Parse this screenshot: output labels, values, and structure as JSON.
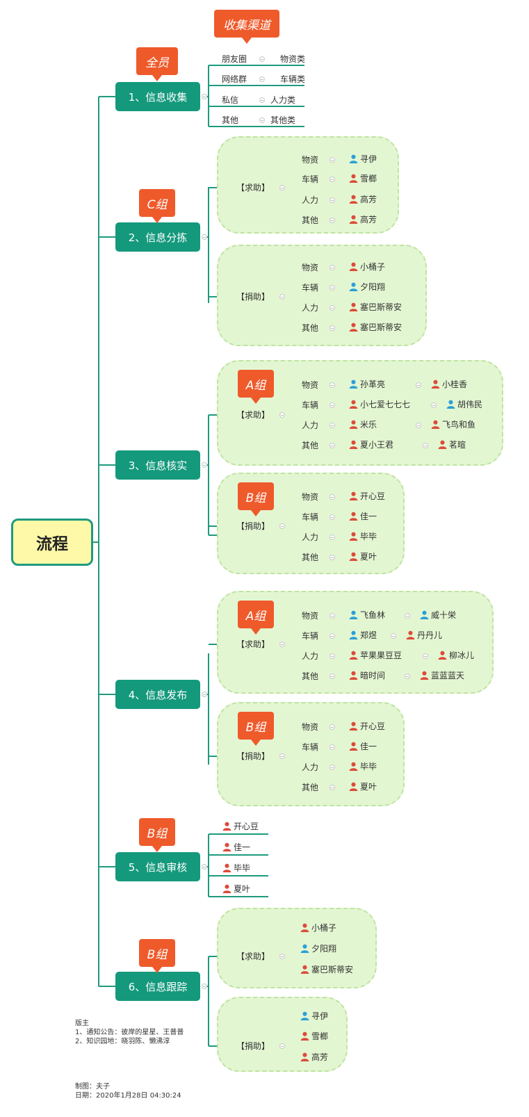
{
  "root": {
    "label": "流程"
  },
  "colors": {
    "topic": "#14997c",
    "line": "#1e9a7e",
    "tag": "#ef5a2b",
    "cloud": "#e3f6d2",
    "person_blue": "#2a9fd8",
    "person_red": "#dd4b39"
  },
  "icons": {
    "collapse": "collapse-toggle-icon",
    "person": "person-icon"
  },
  "topics": [
    {
      "label": "1、信息收集",
      "tag": "全员"
    },
    {
      "label": "2、信息分拣",
      "tag": "C组"
    },
    {
      "label": "3、信息核实"
    },
    {
      "label": "4、信息发布"
    },
    {
      "label": "5、信息审核",
      "tag": "B组"
    },
    {
      "label": "6、信息跟踪",
      "tag": "B组"
    }
  ],
  "collection": {
    "tag": "收集渠道",
    "rows": [
      {
        "channel": "朋友圈",
        "category": "物资类"
      },
      {
        "channel": "网络群",
        "category": "车辆类"
      },
      {
        "channel": "私信",
        "category": "人力类"
      },
      {
        "channel": "其他",
        "category": "其他类"
      }
    ]
  },
  "sorting": {
    "groups": [
      {
        "label": "【求助】",
        "rows": [
          {
            "category": "物资",
            "people": [
              {
                "name": "寻伊",
                "color": "blue"
              }
            ]
          },
          {
            "category": "车辆",
            "people": [
              {
                "name": "雪榔",
                "color": "red"
              }
            ]
          },
          {
            "category": "人力",
            "people": [
              {
                "name": "高芳",
                "color": "red"
              }
            ]
          },
          {
            "category": "其他",
            "people": [
              {
                "name": "高芳",
                "color": "red"
              }
            ]
          }
        ]
      },
      {
        "label": "【捐助】",
        "rows": [
          {
            "category": "物资",
            "people": [
              {
                "name": "小桶子",
                "color": "red"
              }
            ]
          },
          {
            "category": "车辆",
            "people": [
              {
                "name": "夕阳翔",
                "color": "blue"
              }
            ]
          },
          {
            "category": "人力",
            "people": [
              {
                "name": "塞巴斯蒂安",
                "color": "red"
              }
            ]
          },
          {
            "category": "其他",
            "people": [
              {
                "name": "塞巴斯蒂安",
                "color": "red"
              }
            ]
          }
        ]
      }
    ]
  },
  "verify": {
    "groups": [
      {
        "label": "【求助】",
        "tag": "A组",
        "rows": [
          {
            "category": "物资",
            "people": [
              {
                "name": "孙革亮",
                "color": "blue"
              },
              {
                "name": "小桂香",
                "color": "red"
              }
            ]
          },
          {
            "category": "车辆",
            "people": [
              {
                "name": "小七爱七七七",
                "color": "red"
              },
              {
                "name": "胡伟民",
                "color": "blue"
              }
            ]
          },
          {
            "category": "人力",
            "people": [
              {
                "name": "米乐",
                "color": "red"
              },
              {
                "name": "飞鸟和鱼",
                "color": "red"
              }
            ]
          },
          {
            "category": "其他",
            "people": [
              {
                "name": "夏小王君",
                "color": "red"
              },
              {
                "name": "茗暄",
                "color": "red"
              }
            ]
          }
        ]
      },
      {
        "label": "【捐助】",
        "tag": "B组",
        "rows": [
          {
            "category": "物资",
            "people": [
              {
                "name": "开心豆",
                "color": "red"
              }
            ]
          },
          {
            "category": "车辆",
            "people": [
              {
                "name": "佳一",
                "color": "red"
              }
            ]
          },
          {
            "category": "人力",
            "people": [
              {
                "name": "毕毕",
                "color": "red"
              }
            ]
          },
          {
            "category": "其他",
            "people": [
              {
                "name": "夏叶",
                "color": "red"
              }
            ]
          }
        ]
      }
    ]
  },
  "publish": {
    "groups": [
      {
        "label": "【求助】",
        "tag": "A组",
        "rows": [
          {
            "category": "物资",
            "people": [
              {
                "name": "飞鱼林",
                "color": "blue"
              },
              {
                "name": "威十栄",
                "color": "blue"
              }
            ]
          },
          {
            "category": "车辆",
            "people": [
              {
                "name": "郑煜",
                "color": "blue"
              },
              {
                "name": "丹丹儿",
                "color": "red"
              }
            ]
          },
          {
            "category": "人力",
            "people": [
              {
                "name": "苹果果豆豆",
                "color": "red"
              },
              {
                "name": "柳冰儿",
                "color": "red"
              }
            ]
          },
          {
            "category": "其他",
            "people": [
              {
                "name": "暗时间",
                "color": "red"
              },
              {
                "name": "蓝蓝蓝天",
                "color": "red"
              }
            ]
          }
        ]
      },
      {
        "label": "【捐助】",
        "tag": "B组",
        "rows": [
          {
            "category": "物资",
            "people": [
              {
                "name": "开心豆",
                "color": "red"
              }
            ]
          },
          {
            "category": "车辆",
            "people": [
              {
                "name": "佳一",
                "color": "red"
              }
            ]
          },
          {
            "category": "人力",
            "people": [
              {
                "name": "毕毕",
                "color": "red"
              }
            ]
          },
          {
            "category": "其他",
            "people": [
              {
                "name": "夏叶",
                "color": "red"
              }
            ]
          }
        ]
      }
    ]
  },
  "review": {
    "people": [
      {
        "name": "开心豆",
        "color": "red"
      },
      {
        "name": "佳一",
        "color": "red"
      },
      {
        "name": "毕毕",
        "color": "red"
      },
      {
        "name": "夏叶",
        "color": "red"
      }
    ]
  },
  "tracking": {
    "groups": [
      {
        "label": "【求助】",
        "people": [
          {
            "name": "小桶子",
            "color": "red"
          },
          {
            "name": "夕阳翔",
            "color": "blue"
          },
          {
            "name": "塞巴斯蒂安",
            "color": "red"
          }
        ]
      },
      {
        "label": "【捐助】",
        "people": [
          {
            "name": "寻伊",
            "color": "blue"
          },
          {
            "name": "雪榔",
            "color": "red"
          },
          {
            "name": "高芳",
            "color": "red"
          }
        ]
      }
    ]
  },
  "footer": {
    "moderators_title": "版主",
    "moderators_line1": "1、通知公告：彼岸的星星、王普普",
    "moderators_line2": "2、知识园地：晓羽陈、懒沸淳",
    "author": "制图：夫子",
    "date": "日期：2020年1月28日  04:30:24"
  }
}
